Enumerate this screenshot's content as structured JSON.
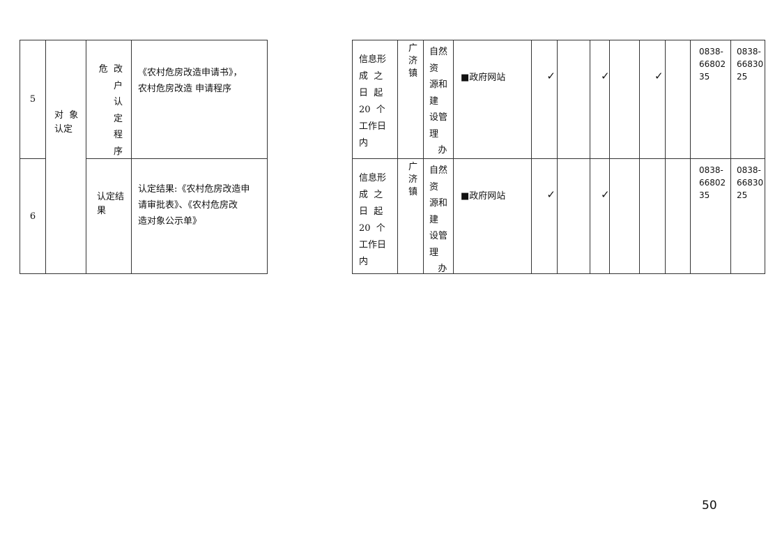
{
  "rows": [
    {
      "number": "5",
      "category": "对  象\n认定",
      "item": "危  改\n户\n认\n定\n程\n序",
      "materials": "《农村危房改造申请书》，\n农村危房改造 申请程序",
      "time_limit": "信息形\n成  之\n日  起\n20  个\n工作日\n内",
      "town": "广\n济\n镇",
      "department": "自然\n资\n源和\n建\n设管\n理\n   办",
      "channel": "■政府网站",
      "checks": [
        "✓",
        "",
        "✓",
        "",
        "✓",
        ""
      ],
      "phone_1": "0838-\n66802\n35",
      "phone_2": "0838-\n66830\n25"
    },
    {
      "number": "6",
      "category": "",
      "item": "认定结\n果",
      "materials": "认定结果:《农村危房改造申\n请审批表》、《农村危房改\n造对象公示单》",
      "time_limit": "信息形\n成  之\n日  起\n20  个\n工作日\n内",
      "town": "广\n济\n镇",
      "department": "自然\n资\n源和\n建\n设管\n理\n   办",
      "channel": "■政府网站",
      "checks": [
        "✓",
        "",
        "✓",
        "",
        "",
        ""
      ],
      "phone_1": "0838-\n66802\n35",
      "phone_2": "0838-\n66830\n25"
    }
  ],
  "page_number": "50"
}
